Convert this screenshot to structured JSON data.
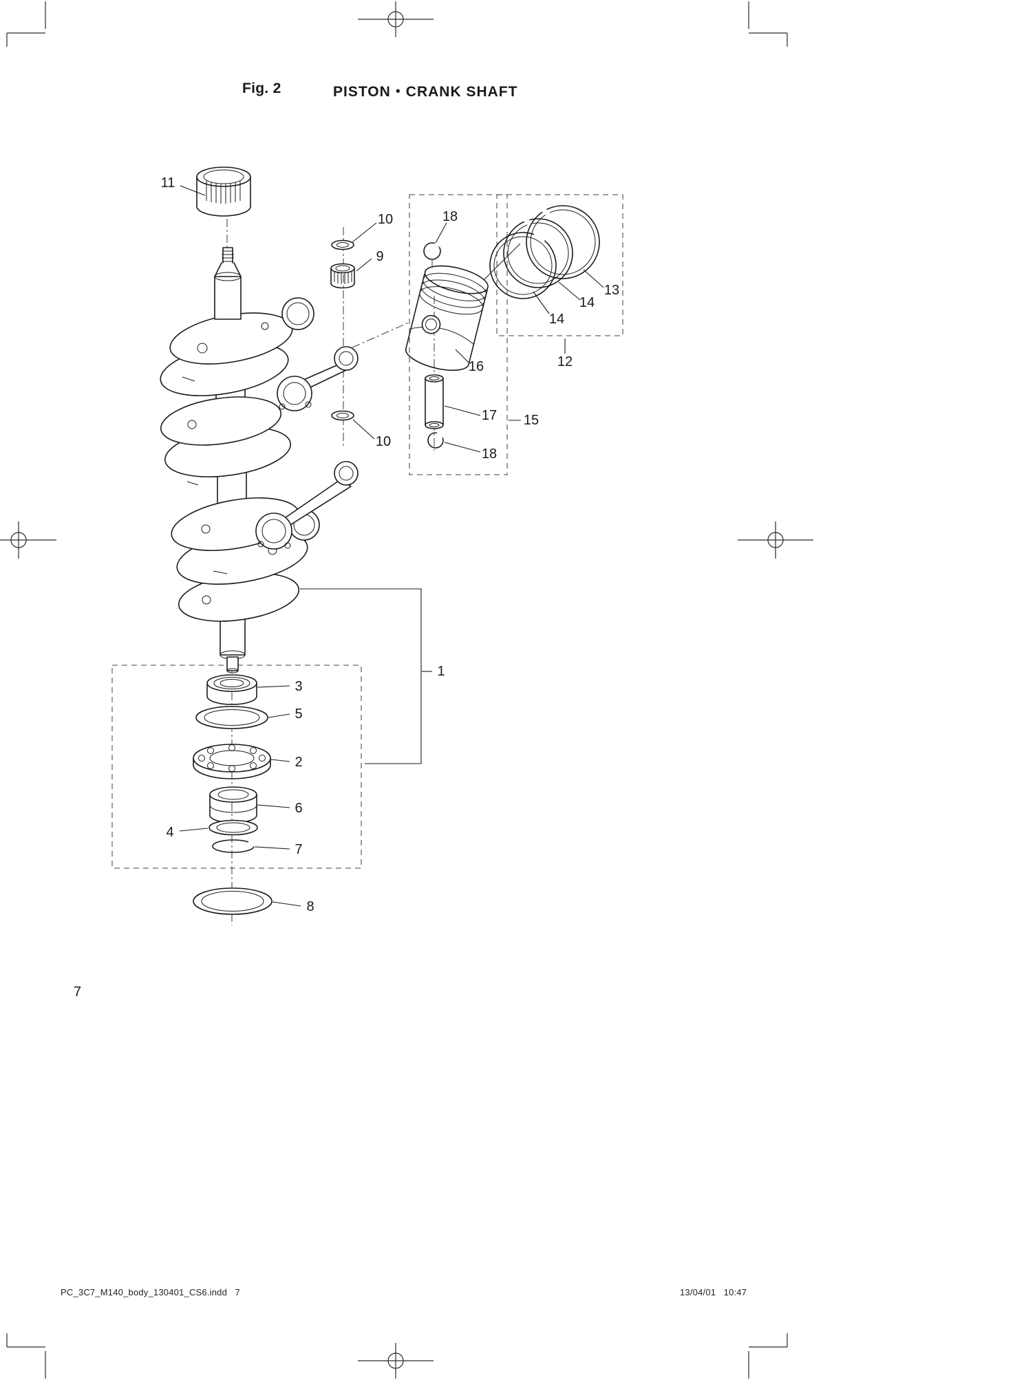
{
  "page": {
    "figure_label": "Fig. 2",
    "title": "PISTON・CRANK SHAFT",
    "page_number": "7"
  },
  "footer": {
    "left": "PC_3C7_M140_body_130401_CS6.indd   7",
    "right": "13/04/01   10:47"
  },
  "colors": {
    "ink": "#1a1a1a",
    "background": "#ffffff",
    "dashed_box": "#666666"
  },
  "diagram": {
    "callouts": [
      {
        "label": "11"
      },
      {
        "label": "10"
      },
      {
        "label": "9"
      },
      {
        "label": "18"
      },
      {
        "label": "13"
      },
      {
        "label": "14"
      },
      {
        "label": "14"
      },
      {
        "label": "16"
      },
      {
        "label": "12"
      },
      {
        "label": "17"
      },
      {
        "label": "15"
      },
      {
        "label": "18"
      },
      {
        "label": "10"
      },
      {
        "label": "1"
      },
      {
        "label": "3"
      },
      {
        "label": "5"
      },
      {
        "label": "2"
      },
      {
        "label": "6"
      },
      {
        "label": "4"
      },
      {
        "label": "7"
      },
      {
        "label": "8"
      }
    ]
  }
}
